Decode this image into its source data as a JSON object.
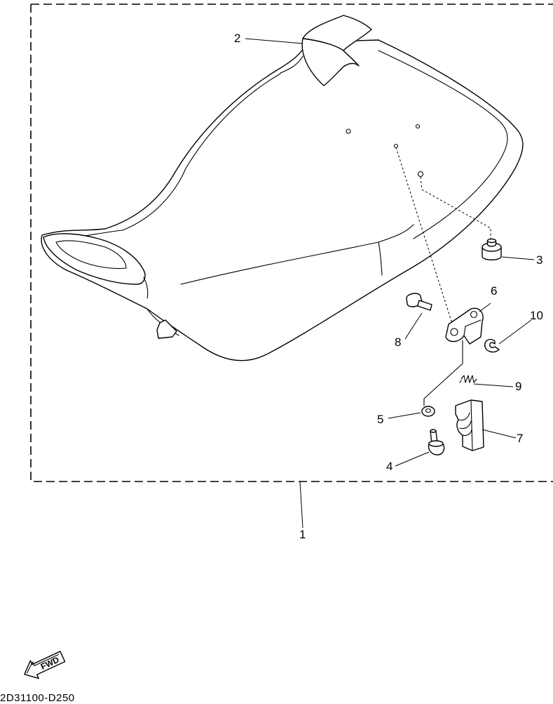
{
  "callouts": [
    {
      "id": "1",
      "label": "1"
    },
    {
      "id": "2",
      "label": "2"
    },
    {
      "id": "3",
      "label": "3"
    },
    {
      "id": "4",
      "label": "4"
    },
    {
      "id": "5",
      "label": "5"
    },
    {
      "id": "6",
      "label": "6"
    },
    {
      "id": "7",
      "label": "7"
    },
    {
      "id": "8",
      "label": "8"
    },
    {
      "id": "9",
      "label": "9"
    },
    {
      "id": "10",
      "label": "10"
    }
  ],
  "direction_badge": "FWD",
  "document_code": "2D31100-D250"
}
